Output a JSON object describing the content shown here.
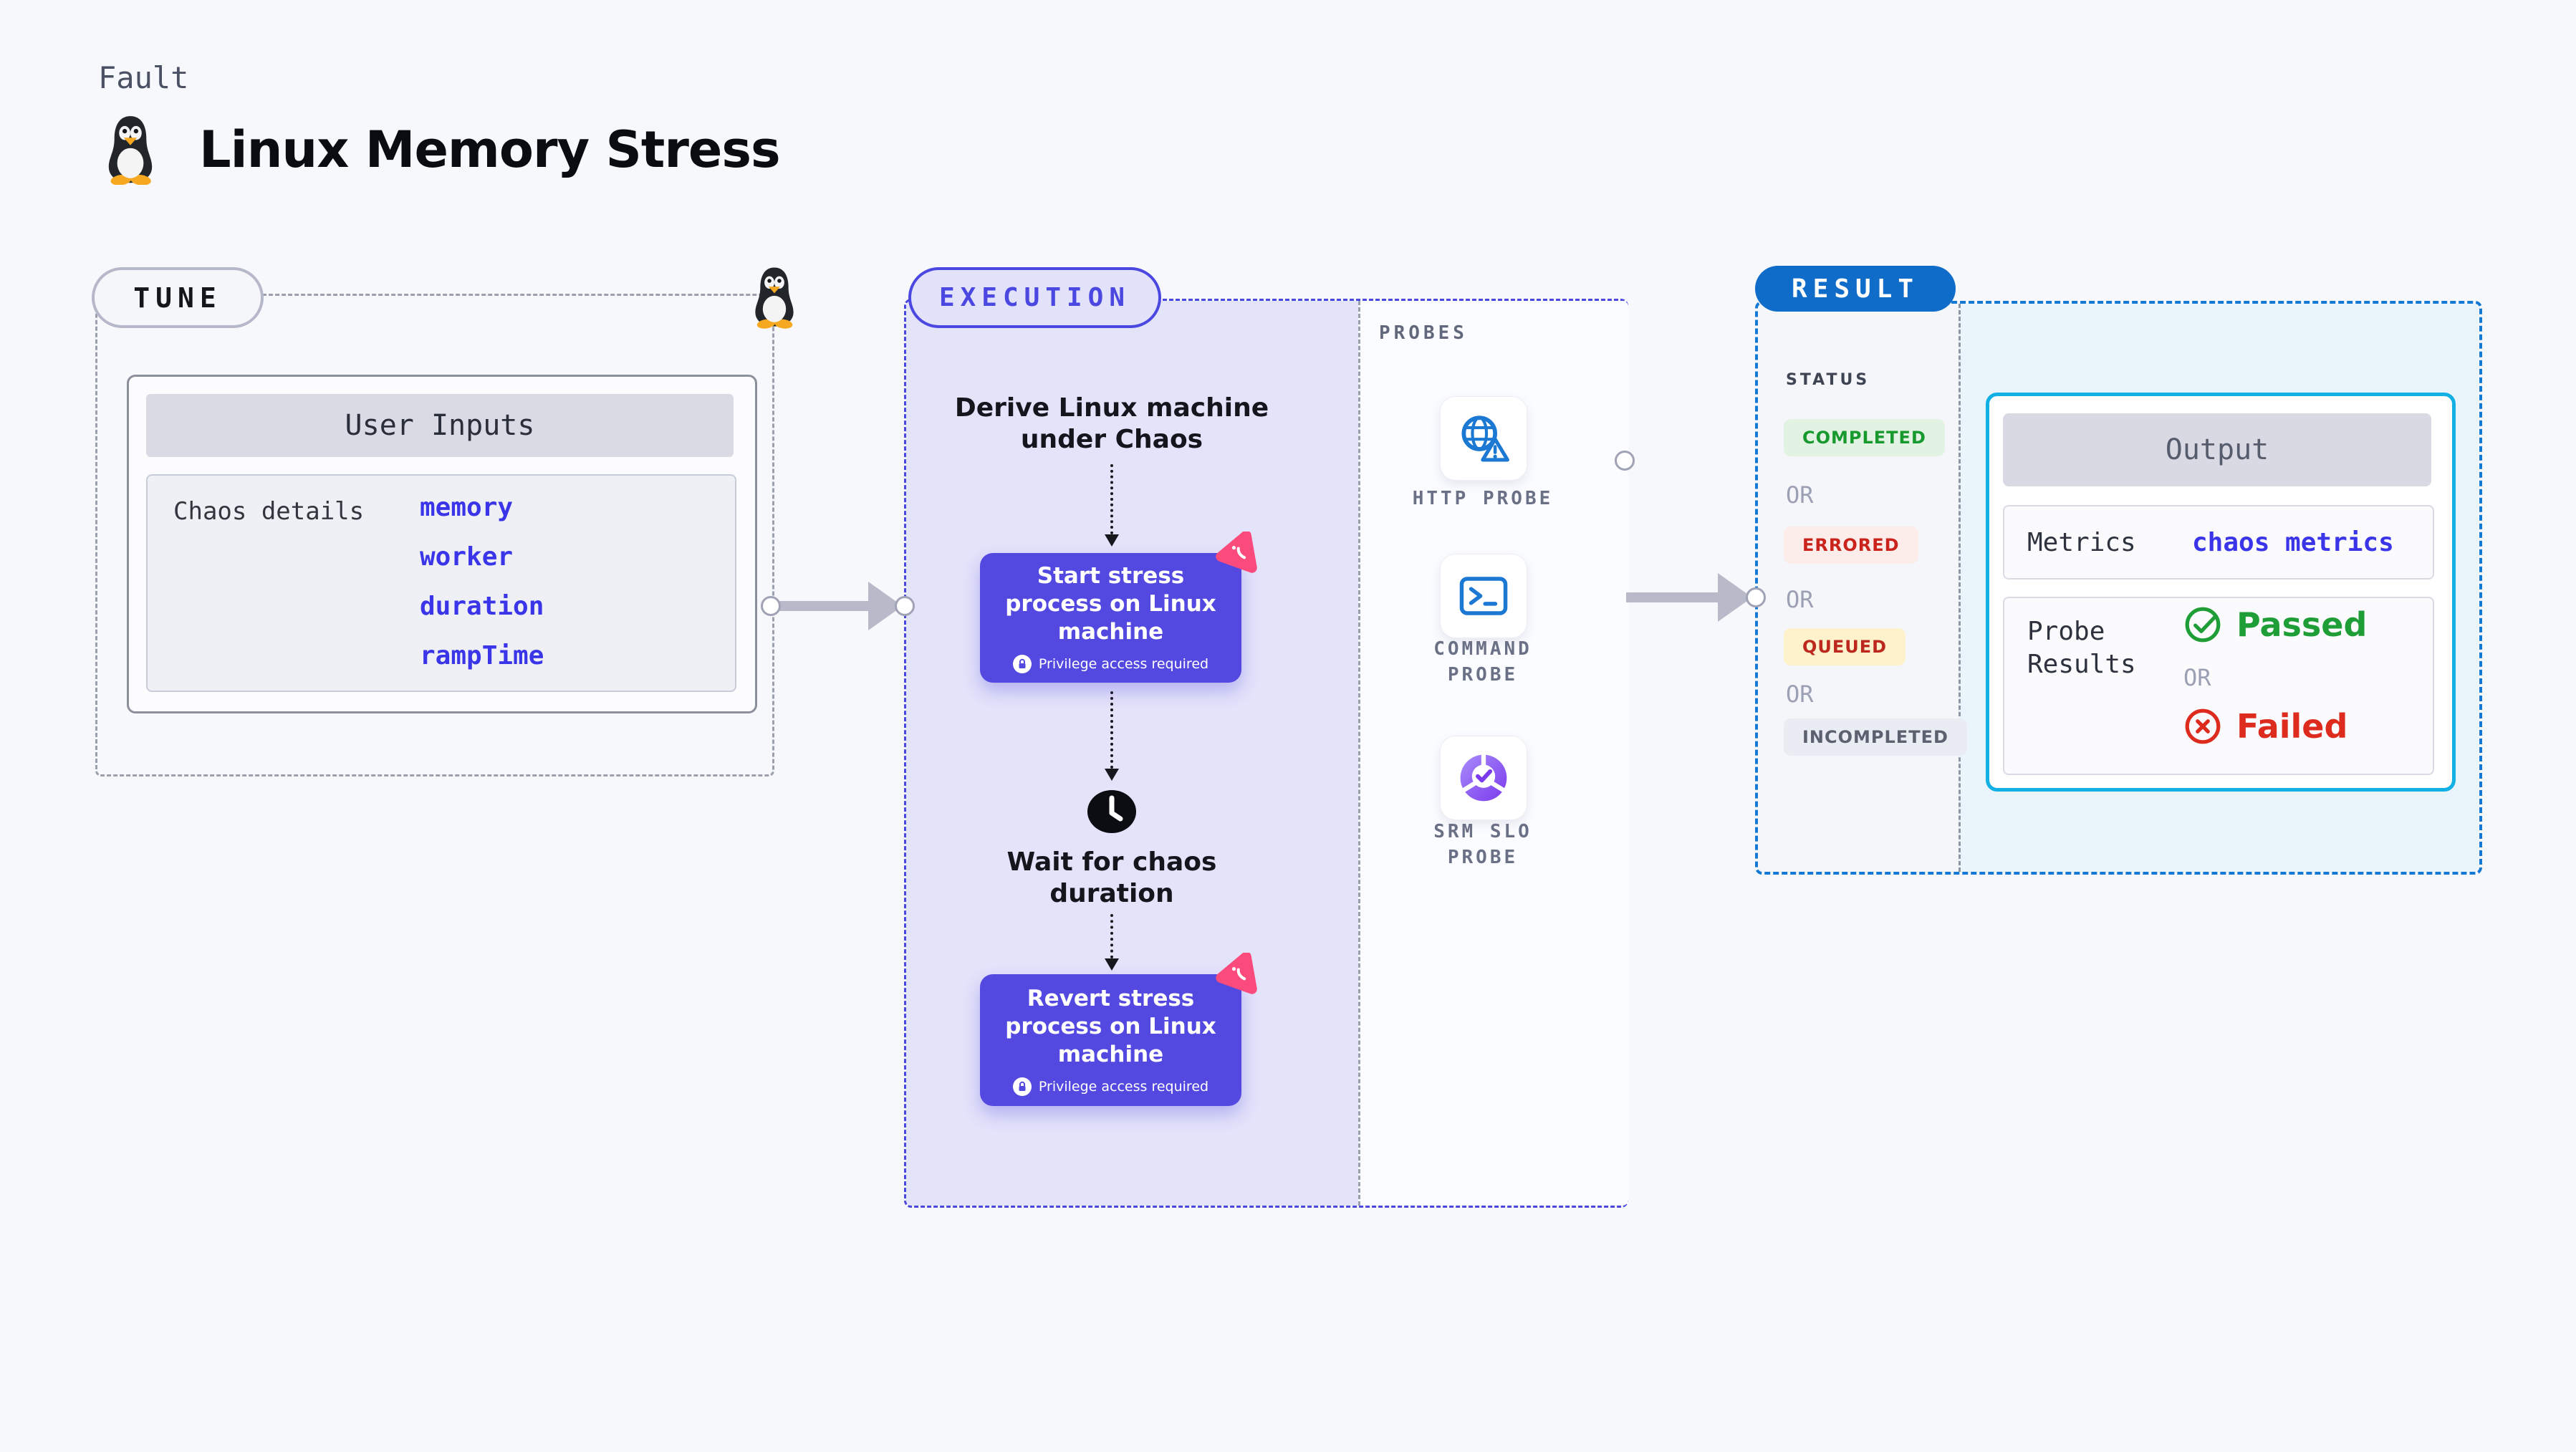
{
  "page": {
    "kicker": "Fault",
    "title": "Linux Memory Stress"
  },
  "tune": {
    "label": "TUNE",
    "card_title": "User Inputs",
    "row_label": "Chaos details",
    "inputs": [
      "memory",
      "worker",
      "duration",
      "rampTime"
    ]
  },
  "execution": {
    "label": "EXECUTION",
    "derive_text": "Derive Linux machine under Chaos",
    "start_node": {
      "title": "Start stress process on Linux machine",
      "badge": "Privilege access required"
    },
    "wait_text": "Wait for chaos duration",
    "revert_node": {
      "title": "Revert stress process on Linux machine",
      "badge": "Privilege access required"
    }
  },
  "probes": {
    "label": "PROBES",
    "items": [
      {
        "name": "HTTP PROBE",
        "icon": "globe-alert-icon"
      },
      {
        "name": "COMMAND PROBE",
        "icon": "terminal-icon"
      },
      {
        "name": "SRM SLO PROBE",
        "icon": "slo-donut-icon"
      }
    ]
  },
  "result": {
    "label": "RESULT",
    "status_label": "STATUS",
    "or_label": "OR",
    "statuses": [
      {
        "text": "COMPLETED",
        "kind": "success"
      },
      {
        "text": "ERRORED",
        "kind": "error"
      },
      {
        "text": "QUEUED",
        "kind": "queued"
      },
      {
        "text": "INCOMPLETED",
        "kind": "neutral"
      }
    ],
    "output": {
      "title": "Output",
      "metrics_label": "Metrics",
      "metrics_link": "chaos metrics",
      "probe_results_label": "Probe Results",
      "passed_label": "Passed",
      "failed_label": "Failed"
    }
  },
  "colors": {
    "accent_indigo": "#4b47e1",
    "accent_blue": "#1379d4",
    "accent_cyan": "#12b0e3",
    "link_indigo": "#3b35e9",
    "success_green": "#1f9e37",
    "error_red": "#dd2b1e",
    "chaos_pink": "#fb4b7d",
    "probe_blue": "#1b78d3"
  }
}
